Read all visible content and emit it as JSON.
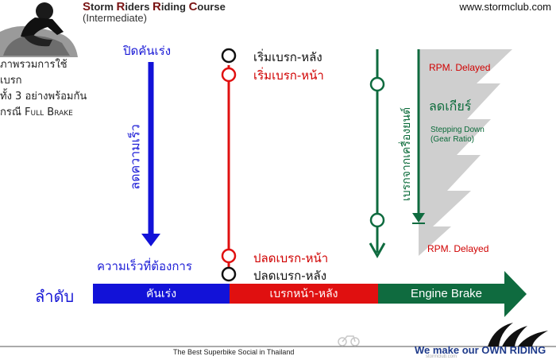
{
  "header": {
    "title_parts": [
      {
        "cap": "S",
        "rest": "torm "
      },
      {
        "cap": "R",
        "rest": "iders "
      },
      {
        "cap": "R",
        "rest": "iding "
      },
      {
        "cap": "C",
        "rest": "ourse"
      }
    ],
    "subtitle": "(Intermediate)",
    "website": "www.stormclub.com"
  },
  "overview": {
    "line1": "ภาพรวมการใช้เบรก",
    "line2": "ทั้ง 3 อย่างพร้อมกัน",
    "line3_prefix": "กรณี ",
    "line3_suffix": "Full Brake"
  },
  "throttle": {
    "top_label": "ปิดคันเร่ง",
    "vertical_label": "ลดความเร็ว",
    "bottom_label": "ความเร็วที่ต้องการ"
  },
  "brakes": {
    "start_rear": "เริ่มเบรก-หลัง",
    "start_front": "เริ่มเบรก-หน้า",
    "release_front": "ปลดเบรก-หน้า",
    "release_rear": "ปลดเบรก-หลัง"
  },
  "engine": {
    "vertical_label": "เบรกจากเครื่องยนต์",
    "rpm_top": "RPM. Delayed",
    "downshift": "ลดเกียร์",
    "stepping_line1": "Stepping Down",
    "stepping_line2": "(Gear Ratio)",
    "rpm_bottom": "RPM. Delayed"
  },
  "sequence": {
    "label": "ลำดับ",
    "segments": [
      {
        "label": "คันเร่ง",
        "color": "#1212d8"
      },
      {
        "label": "เบรกหน้า-หลัง",
        "color": "#e01010"
      },
      {
        "label": "Engine Brake",
        "color": "#0f6b3f"
      }
    ]
  },
  "footer": {
    "center_text": "The Best Superbike Social in Thailand",
    "slogan_prefix": "We make our ",
    "slogan_em": "OWN RIDING",
    "small_site": "stormclub.com"
  },
  "colors": {
    "blue": "#1212d8",
    "red": "#e01010",
    "green": "#0f6b3f",
    "gray": "#cfcfcf"
  }
}
